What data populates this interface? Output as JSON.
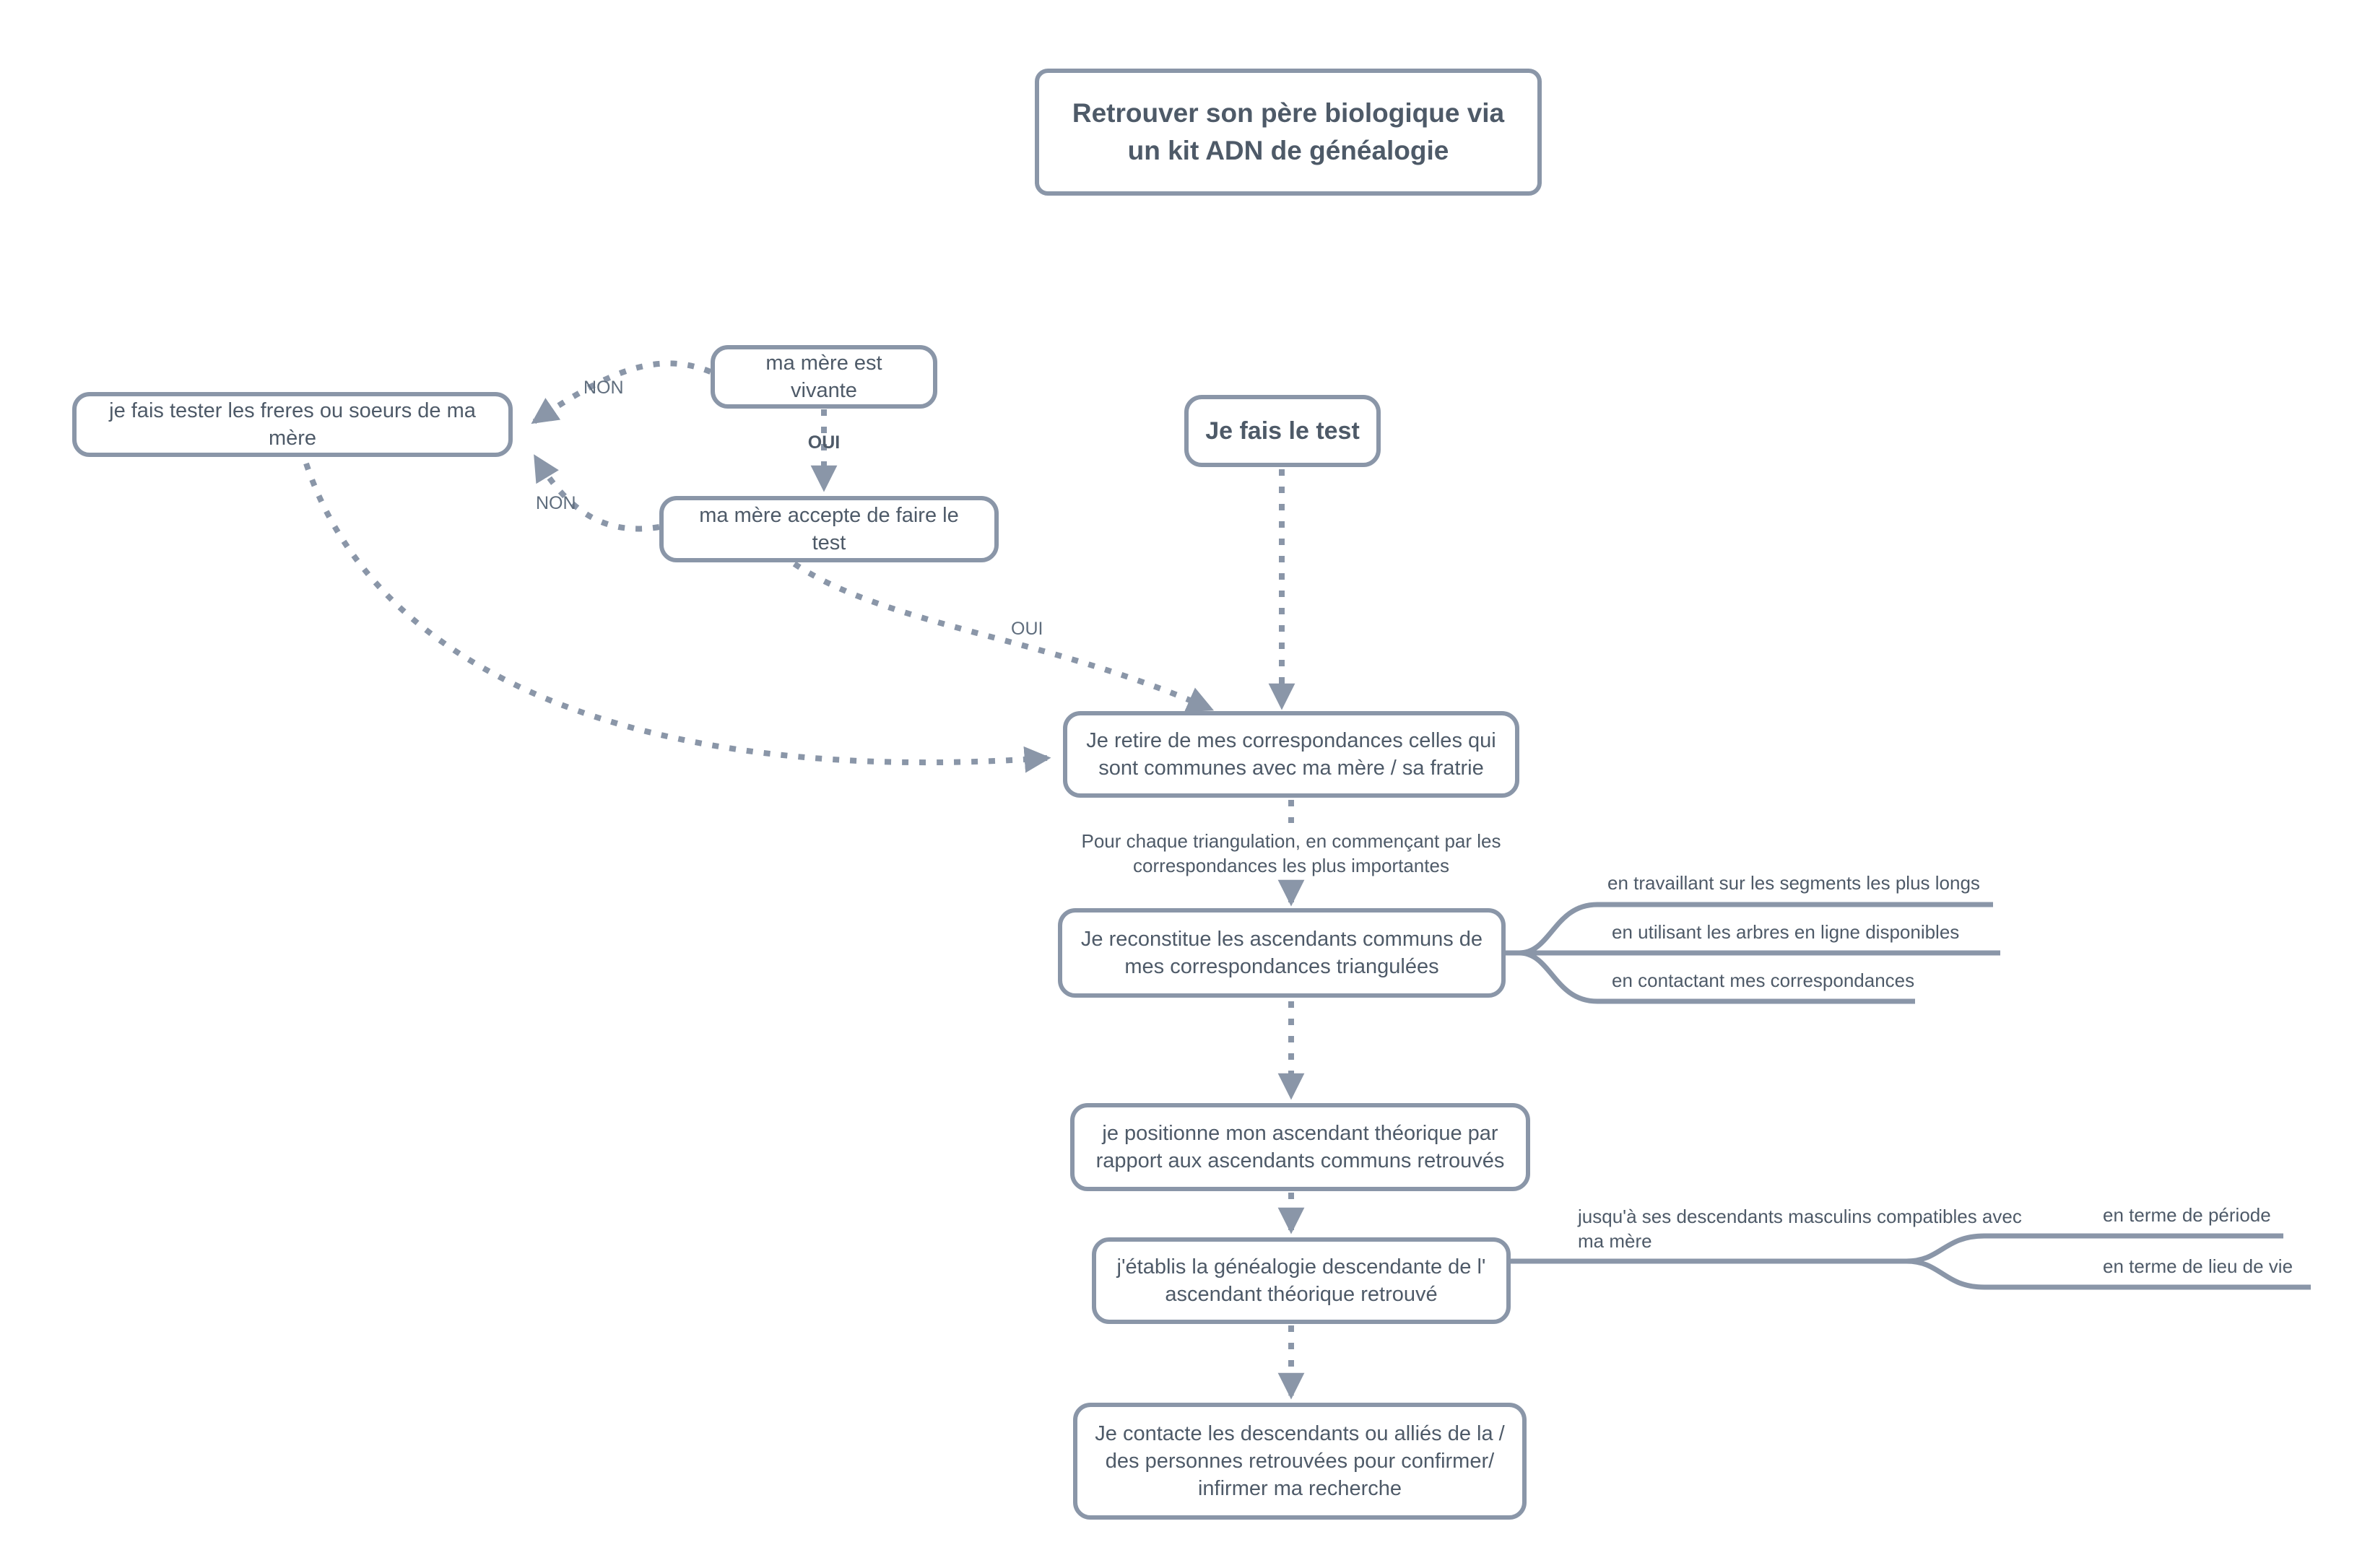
{
  "diagram": {
    "title": "Retrouver son père biologique via un kit ADN de généalogie",
    "nodes": {
      "mere_vivante": "ma mère est vivante",
      "tester_fratrie": "je fais tester les freres ou soeurs de ma mère",
      "mere_accepte": "ma mère accepte de faire le test",
      "je_fais_test": "Je fais le test",
      "retire_correspondances": "Je retire de mes correspondances celles qui sont communes avec ma mère / sa fratrie",
      "pour_chaque_triangulation": "Pour chaque triangulation, en commençant par les correspondances les plus importantes",
      "reconstitue_ascendants": "Je reconstitue les ascendants communs de mes correspondances triangulées",
      "positionne_ascendant": "je positionne  mon ascendant théorique par rapport aux ascendants communs retrouvés",
      "etablis_genealogie": "j'établis la généalogie descendante de l' ascendant théorique retrouvé",
      "contacte_descendants": "Je contacte les descendants ou alliés de la / des personnes retrouvées pour confirmer/ infirmer ma recherche"
    },
    "edge_labels": {
      "non_vivante": "NON",
      "oui_vivante": "OUI",
      "non_accepte": "NON",
      "oui_accepte": "OUI"
    },
    "annotations": {
      "segments_longs": "en travaillant sur les segments les plus longs",
      "arbres_en_ligne": "en utilisant les arbres en ligne disponibles",
      "contactant_correspondances": "en contactant mes correspondances",
      "jusqua_descendants": "jusqu'à ses descendants masculins compatibles avec ma mère",
      "terme_periode": "en terme de période",
      "terme_lieu": "en terme de lieu de vie"
    },
    "colors": {
      "line": "#8a96a8",
      "text": "#4e5a68",
      "label": "#5f6d7d",
      "background": "#ffffff"
    }
  }
}
